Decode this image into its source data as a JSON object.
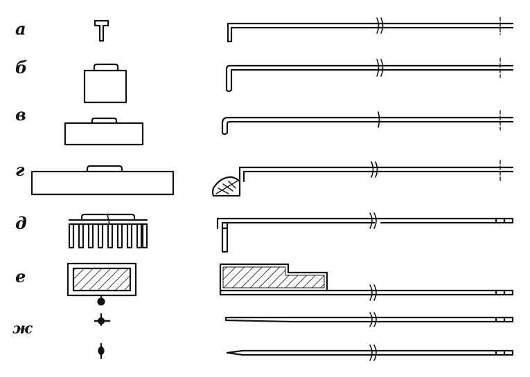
{
  "row_labels": [
    "а",
    "б",
    "в",
    "г",
    "д",
    "е",
    "ж"
  ],
  "colors": {
    "ink": "#111111",
    "paper": "#ffffff"
  }
}
